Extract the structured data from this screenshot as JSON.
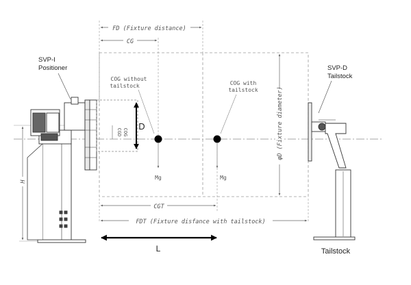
{
  "labels": {
    "svp_i_line1": "SVP-I",
    "svp_i_line2": "Positioner",
    "svp_d_line1": "SVP-D",
    "svp_d_line2": "Tailstock",
    "tailstock": "Tailstock",
    "fd": "FD (Fixture distance)",
    "cg": "CG",
    "cog_without_1": "COG without",
    "cog_without_2": "tailstock",
    "cog_with_1": "COG with",
    "cog_with_2": "tailstock",
    "d_big": "D",
    "cgd": "CGD",
    "cog_rot": "COG",
    "mg_left": "Mg",
    "mg_right": "Mg",
    "phi_d": "φD (Fixture diameter)",
    "h": "H",
    "cgt": "CGT",
    "fdt": "FDT (Fixture disfance with tailstock)",
    "l": "L"
  },
  "colors": {
    "line": "#333333",
    "dashed": "#9a9a9a",
    "dimension": "#666666",
    "dot": "#000000"
  }
}
